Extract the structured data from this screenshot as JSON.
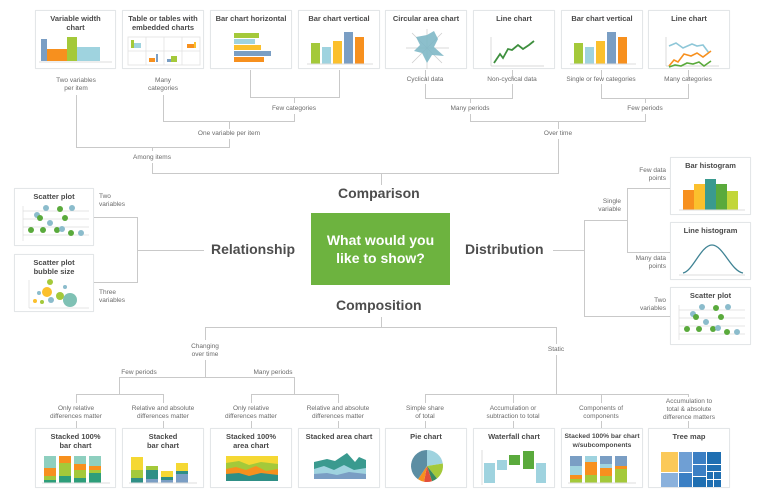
{
  "center": {
    "line1": "What would you",
    "line2": "like to show?"
  },
  "categories": {
    "comparison": "Comparison",
    "relationship": "Relationship",
    "distribution": "Distribution",
    "composition": "Composition"
  },
  "comparison": {
    "charts": [
      {
        "title_l1": "Variable width",
        "title_l2": "chart"
      },
      {
        "title_l1": "Table or tables with",
        "title_l2": "embedded charts"
      },
      {
        "title_l1": "Bar chart horizontal"
      },
      {
        "title_l1": "Bar chart vertical"
      },
      {
        "title_l1": "Circular area chart"
      },
      {
        "title_l1": "Line chart"
      },
      {
        "title_l1": "Bar chart vertical"
      },
      {
        "title_l1": "Line chart"
      }
    ],
    "labels": {
      "two_vars_l1": "Two variables",
      "two_vars_l2": "per item",
      "many_cat_l1": "Many",
      "many_cat_l2": "categories",
      "few_categories": "Few categories",
      "one_var": "One variable per item",
      "among_items": "Among items",
      "cyclical": "Cyclical data",
      "non_cyclical": "Non-cyclical data",
      "single_few": "Single or few categories",
      "many_categories": "Many categories",
      "many_periods": "Many periods",
      "few_periods": "Few periods",
      "over_time": "Over time"
    }
  },
  "relationship": {
    "charts": [
      {
        "title_l1": "Scatter plot"
      },
      {
        "title_l1": "Scatter plot",
        "title_l2": "bubble size"
      }
    ],
    "labels": {
      "two_l1": "Two",
      "two_l2": "variables",
      "three_l1": "Three",
      "three_l2": "variables"
    }
  },
  "distribution": {
    "charts": [
      {
        "title_l1": "Bar histogram"
      },
      {
        "title_l1": "Line histogram"
      },
      {
        "title_l1": "Scatter plot"
      }
    ],
    "labels": {
      "few_l1": "Few data",
      "few_l2": "points",
      "single_l1": "Single",
      "single_l2": "variable",
      "many_l1": "Many data",
      "many_l2": "points",
      "two_l1": "Two",
      "two_l2": "variables"
    }
  },
  "composition": {
    "charts": [
      {
        "title_l1": "Stacked 100%",
        "title_l2": "bar chart"
      },
      {
        "title_l1": "Stacked",
        "title_l2": "bar chart"
      },
      {
        "title_l1": "Stacked 100%",
        "title_l2": "area chart"
      },
      {
        "title_l1": "Stacked area chart"
      },
      {
        "title_l1": "Pie chart"
      },
      {
        "title_l1": "Waterfall chart"
      },
      {
        "title_l1": "Stacked 100% bar chart",
        "title_l2": "w/subcomponents"
      },
      {
        "title_l1": "Tree map"
      }
    ],
    "labels": {
      "changing_l1": "Changing",
      "changing_l2": "over time",
      "few_periods": "Few periods",
      "many_periods": "Many periods",
      "static": "Static",
      "only_rel_l1": "Only relative",
      "only_rel_l2": "differences matter",
      "rel_abs_l1": "Relative and absolute",
      "rel_abs_l2": "differences matter",
      "simple_l1": "Simple share",
      "simple_l2": "of total",
      "accum_l1": "Accumulation or",
      "accum_l2": "subtraction to total",
      "comp_l1": "Components of",
      "comp_l2": "components",
      "accum2_l1": "Accumulation to",
      "accum2_l2": "total & absolute",
      "accum2_l3": "difference matters"
    }
  },
  "colors": {
    "center_green": "#6db33f",
    "line_gray": "#c9c9c9",
    "orange": "#f7901e",
    "yellow": "#fbc02d",
    "lime": "#a4c93a",
    "green": "#5aaa3c",
    "teal": "#3a9a8f",
    "light_blue": "#9fd3df",
    "steel_blue": "#7a9ec4",
    "dark_blue": "#1f6fb2"
  }
}
